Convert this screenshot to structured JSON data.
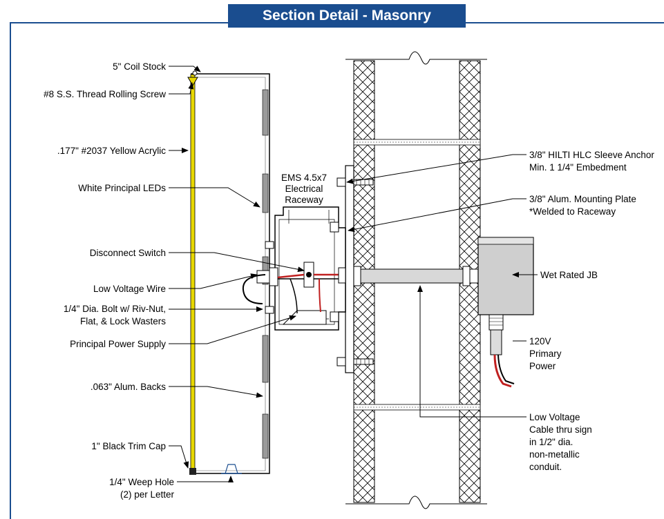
{
  "title": "Section Detail - Masonry",
  "labels": {
    "coil_stock": "5\" Coil Stock",
    "screw": "#8 S.S. Thread Rolling Screw",
    "acrylic": ".177\" #2037 Yellow Acrylic",
    "leds": "White Principal LEDs",
    "disconnect": "Disconnect Switch",
    "low_voltage_wire": "Low Voltage Wire",
    "bolt_line1": "1/4\" Dia. Bolt w/ Riv-Nut,",
    "bolt_line2": "Flat, & Lock Wasters",
    "power_supply": "Principal Power Supply",
    "backs": ".063\" Alum. Backs",
    "trim_cap": "1\" Black Trim Cap",
    "weep_line1": "1/4\" Weep Hole",
    "weep_line2": "(2) per Letter",
    "raceway_line1": "EMS 4.5x7",
    "raceway_line2": "Electrical",
    "raceway_line3": "Raceway",
    "anchor_line1": "3/8\" HILTI HLC Sleeve Anchor",
    "anchor_line2": "Min. 1 1/4\" Embedment",
    "plate_line1": "3/8\" Alum. Mounting Plate",
    "plate_line2": "*Welded to Raceway",
    "jb": "Wet Rated JB",
    "power_line1": "120V",
    "power_line2": "Primary",
    "power_line3": "Power",
    "cable_line1": "Low Voltage",
    "cable_line2": "Cable thru sign",
    "cable_line3": "in 1/2\" dia.",
    "cable_line4": "non-metallic",
    "cable_line5": "conduit."
  },
  "colors": {
    "frame": "#1a4d8f",
    "acrylic": "#e8d800",
    "wire_red": "#c02020",
    "conduit": "#d8d8d8",
    "jb": "#cfcfcf"
  }
}
